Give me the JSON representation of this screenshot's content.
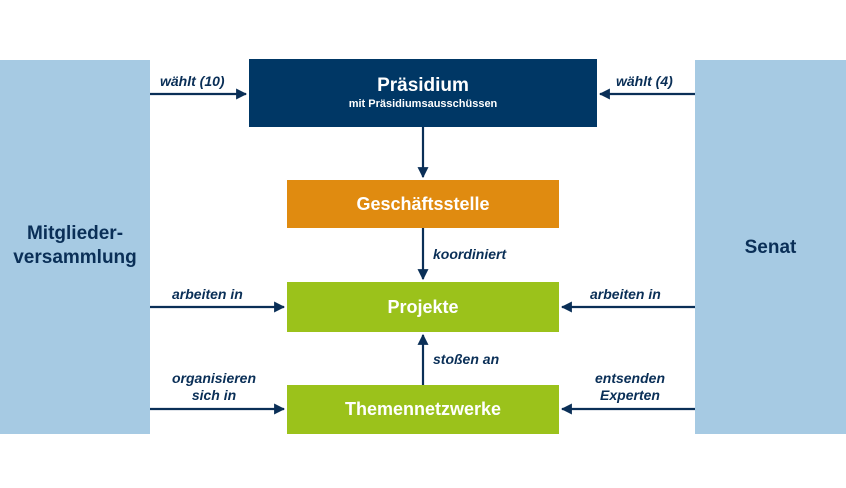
{
  "nodes": {
    "left": "Mitglieder-\nversammlung",
    "right": "Senat",
    "praesidium": {
      "title": "Präsidium",
      "subtitle": "mit Präsidiumsausschüssen"
    },
    "geschaeftsstelle": "Geschäftsstelle",
    "projekte": "Projekte",
    "themennetzwerke": "Themennetzwerke"
  },
  "edges": {
    "left_waehlt": "wählt (10)",
    "right_waehlt": "wählt (4)",
    "koordiniert": "koordiniert",
    "left_arbeiten": "arbeiten in",
    "right_arbeiten": "arbeiten in",
    "stossen_an": "stoßen an",
    "left_organisieren": "organisieren\nsich in",
    "right_entsenden": "entsenden\nExperten"
  },
  "colors": {
    "side_panel": "#a6cae3",
    "praesidium": "#003765",
    "geschaeftsstelle": "#e08b10",
    "green_boxes": "#9bc21b",
    "arrows_and_text": "#0a2f57"
  }
}
